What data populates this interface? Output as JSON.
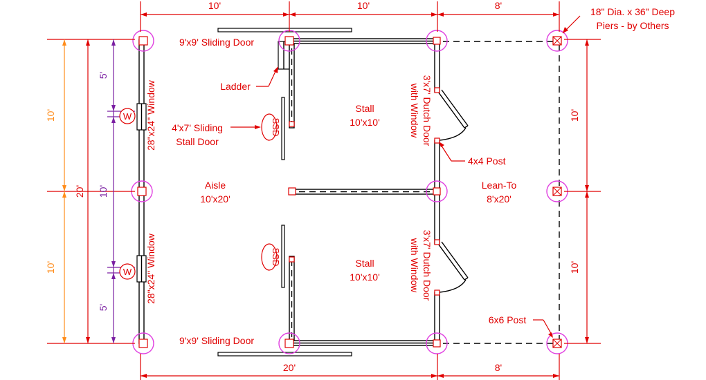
{
  "dimensions": {
    "top_left": "10'",
    "top_middle": "10'",
    "top_right": "8'",
    "bottom_middle": "20'",
    "bottom_right": "8'",
    "left_orange_top": "10'",
    "left_orange_bottom": "10'",
    "left_red_total": "20'",
    "left_purple_mid": "10'",
    "left_purple_top": "5'",
    "left_purple_bottom": "5'",
    "right_top": "10'",
    "right_bottom": "10'"
  },
  "labels": {
    "piers_line1": "18\" Dia. x 36\" Deep",
    "piers_line2": "Piers - by Others",
    "sliding_door_top": "9'x9' Sliding Door",
    "sliding_door_bottom": "9'x9' Sliding Door",
    "ladder": "Ladder",
    "stall_door_line1": "4'x7' Sliding",
    "stall_door_line2": "Stall Door",
    "aisle_name": "Aisle",
    "aisle_size": "10'x20'",
    "stall_top_name": "Stall",
    "stall_top_size": "10'x10'",
    "stall_bottom_name": "Stall",
    "stall_bottom_size": "10'x10'",
    "lean_to_name": "Lean-To",
    "lean_to_size": "8'x20'",
    "post_4x4": "4x4 Post",
    "post_6x6": "6x6 Post",
    "window_top": "28\"x24\" Window",
    "window_bottom": "28\"x24\" Window",
    "dutch_top_line1": "3'x7' Dutch Door",
    "dutch_top_line2": "with Window",
    "dutch_bottom_line1": "3'x7' Dutch Door",
    "dutch_bottom_line2": "with Window",
    "ssd_top": "SSD",
    "ssd_bottom": "SSD",
    "w_top": "W",
    "w_bottom": "W"
  },
  "colors": {
    "walls": "#000000",
    "annotation_red": "#e00000",
    "dimension_orange": "#ff8c1a",
    "dimension_purple": "#7a1fa2",
    "pier_circle": "#e040e0",
    "background": "#ffffff"
  }
}
